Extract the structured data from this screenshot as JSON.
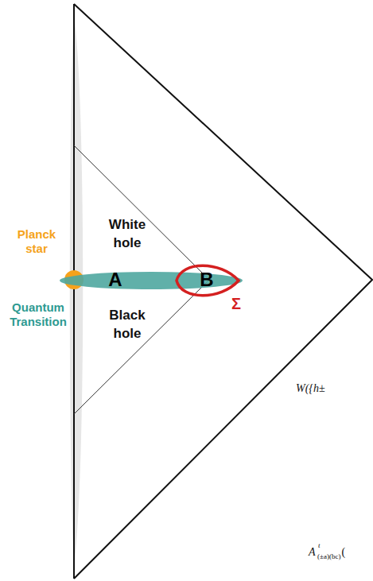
{
  "diagram": {
    "nodes": [
      {
        "text": [
          "Planck star"
        ]
      },
      {
        "text": [
          "Quantum Transition",
          "A"
        ]
      },
      {
        "text": [
          "B",
          "Σ"
        ],
        "in": 1
      }
    ],
    "labels": [
      "White hole",
      "Black hole",
      "W({h±",
      "A",
      "(±a)(bc)",
      "t",
      "("
    ]
  }
}
